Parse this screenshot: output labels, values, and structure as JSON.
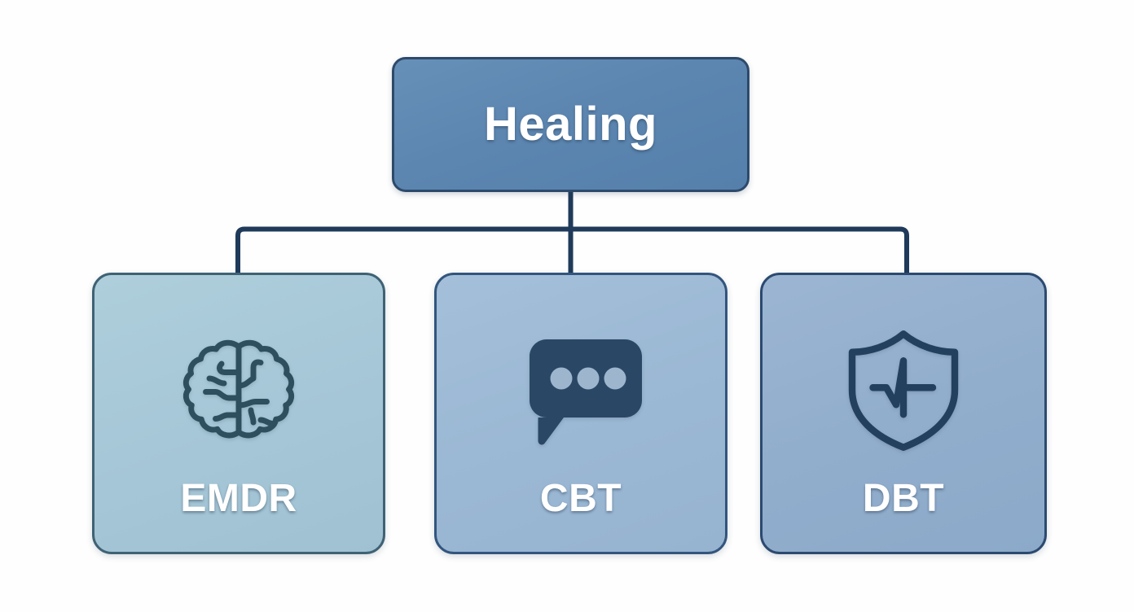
{
  "diagram": {
    "type": "hierarchy-tree",
    "background_color": "#fefefe",
    "connector_color": "#1f3a5a",
    "root": {
      "label": "Healing",
      "fill": "#5c86b0",
      "border": "#2d4a6b",
      "text_color": "#ffffff"
    },
    "children": [
      {
        "id": "emdr",
        "label": "EMDR",
        "icon": "brain-icon",
        "fill": "#a6c7d7",
        "border": "#3f6274",
        "icon_color": "#2e4f5e",
        "text_color": "#ffffff"
      },
      {
        "id": "cbt",
        "label": "CBT",
        "icon": "speech-bubble-icon",
        "fill": "#9bb8d4",
        "border": "#33557d",
        "icon_color": "#2a4766",
        "icon_accent_color": "#9db6cd",
        "text_color": "#ffffff"
      },
      {
        "id": "dbt",
        "label": "DBT",
        "icon": "shield-pulse-icon",
        "fill": "#92aecd",
        "border": "#2c4a70",
        "icon_color": "#23405f",
        "text_color": "#ffffff"
      }
    ]
  }
}
